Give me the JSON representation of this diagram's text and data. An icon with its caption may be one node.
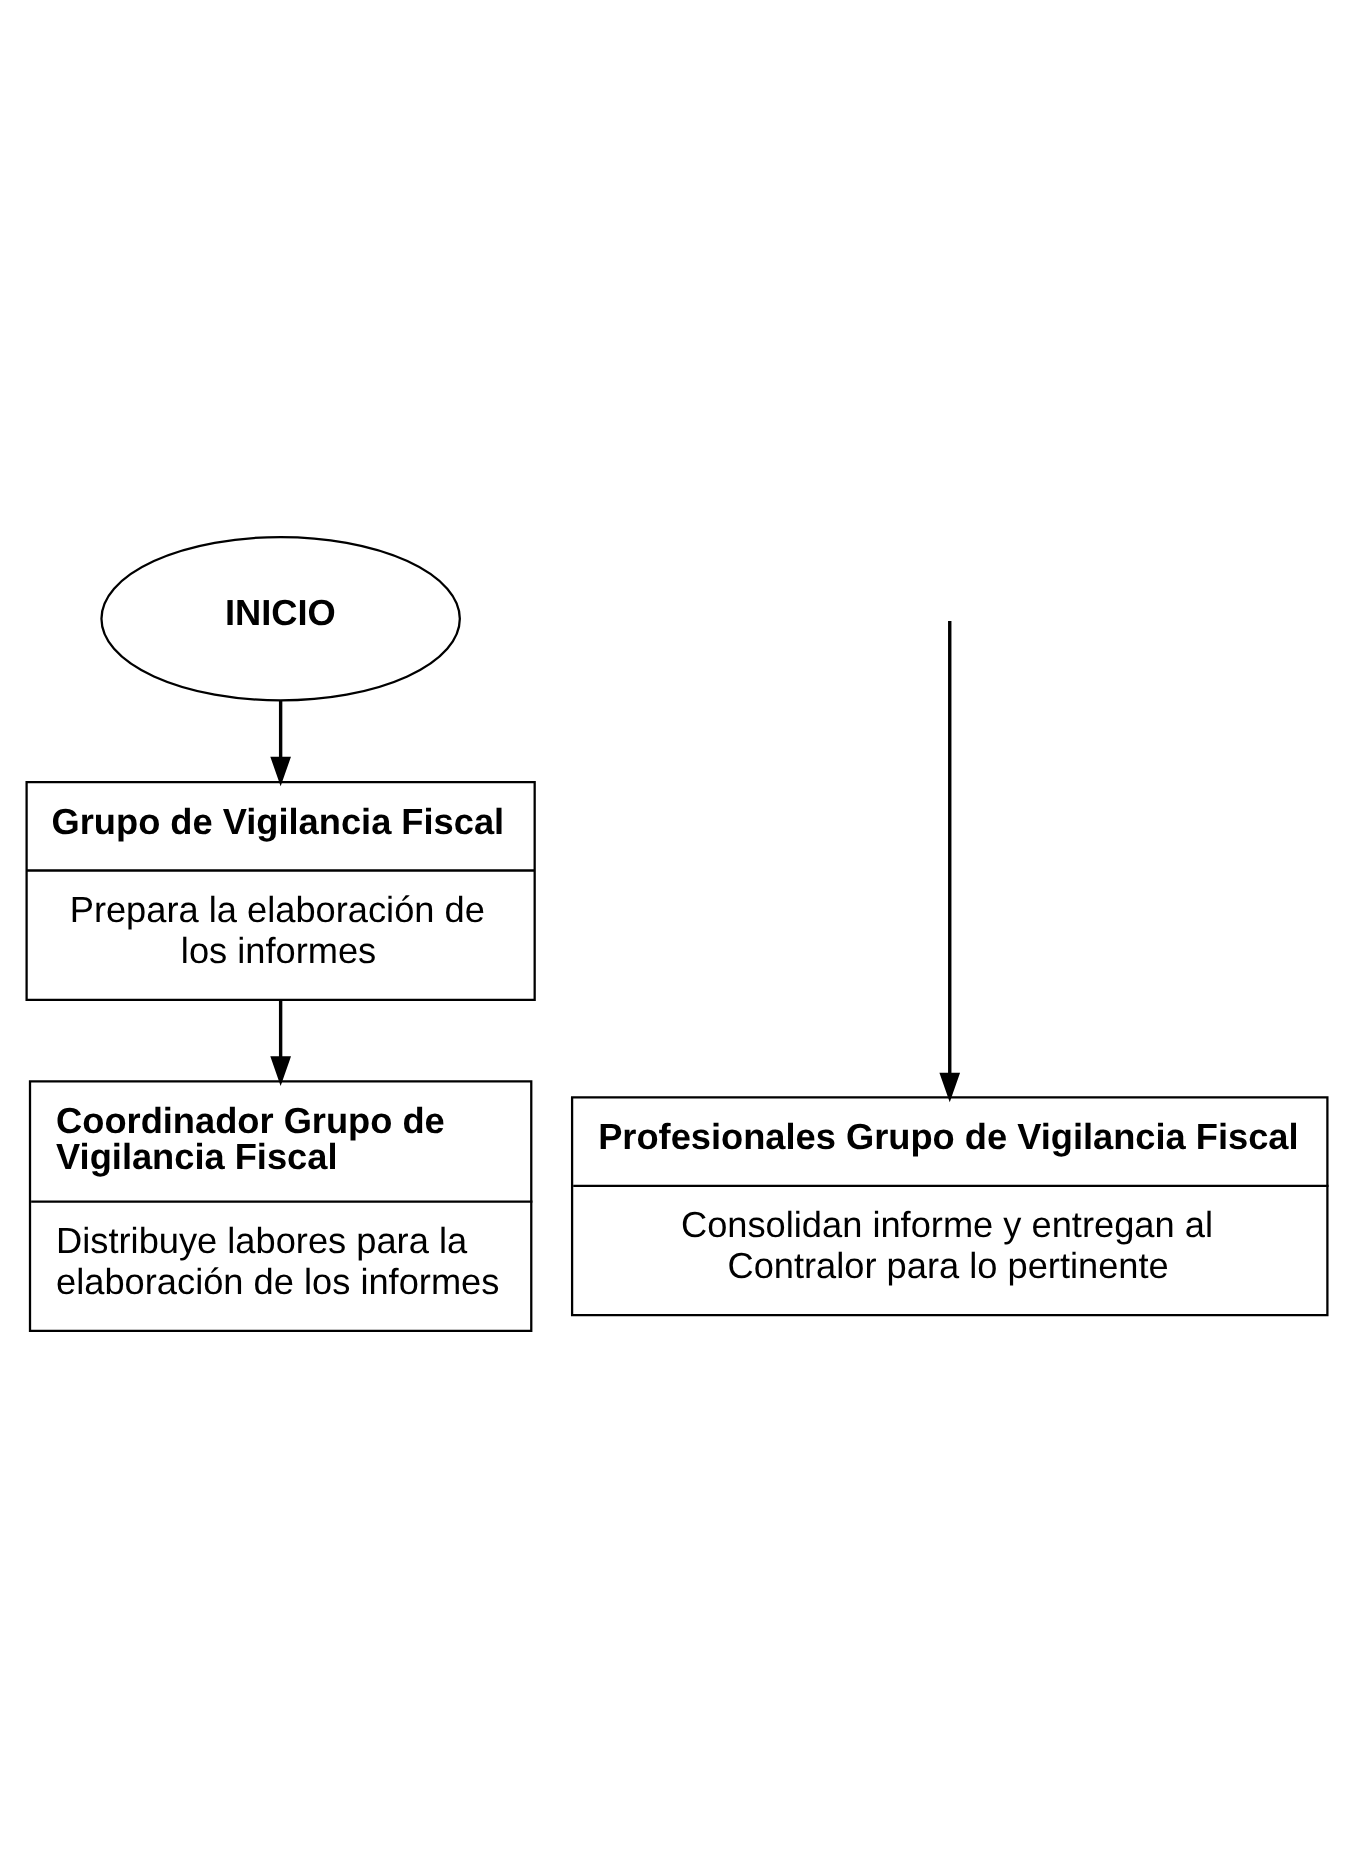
{
  "diagram": {
    "nodes": [
      {
        "text": [
          "INICIO"
        ]
      },
      {
        "text": [
          "Grupo de Vigilancia Fiscal",
          "Prepara la elaboración de los informes"
        ]
      },
      {
        "text": [
          "Coordinador Grupo de Vigilancia Fiscal",
          "Distribuye labores para la elaboración de los informes"
        ]
      },
      {
        "text": [
          "Profesionales Grupo de Vigilancia Fiscal",
          "Consolidan informe y entregan al Contralor para lo pertinente"
        ]
      }
    ],
    "edges": [
      {
        "from": 0,
        "to": 1,
        "arrow": "to"
      },
      {
        "from": 1,
        "to": 2,
        "arrow": "to"
      },
      {
        "from": null,
        "to": 3,
        "arrow": "to"
      }
    ]
  }
}
